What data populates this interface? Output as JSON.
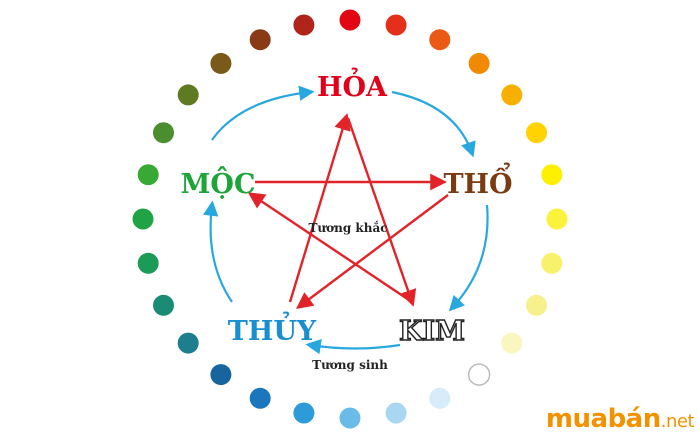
{
  "elements": {
    "fire": "HỎA",
    "earth": "THỔ",
    "metal": "KIM",
    "water": "THỦY",
    "wood": "MỘC"
  },
  "captions": {
    "inner": "Tương khắc",
    "outer": "Tương sinh"
  },
  "watermark": {
    "brand": "muabán",
    "tld": ".net"
  },
  "colors": {
    "fire": "#e2001a",
    "earth": "#7a3a12",
    "metal": "#222222",
    "water": "#1a8fd0",
    "wood": "#1ea53a",
    "outer_arrow": "#29a8e0",
    "inner_arrow": "#e2232a",
    "ring": [
      "#e30613",
      "#e4301a",
      "#ea5a14",
      "#f18a00",
      "#f7b000",
      "#ffd200",
      "#fff000",
      "#fbf23c",
      "#f8f16b",
      "#f6f18c",
      "#f9f6bf",
      "#ffffff",
      "#d7ebf9",
      "#a9d6f3",
      "#6bbbe8",
      "#2c9bd8",
      "#1b77bd",
      "#17649f",
      "#1d7f8e",
      "#1a8c73",
      "#1b9a58",
      "#1fa343",
      "#38a935",
      "#4c8e2d",
      "#5e7a22",
      "#7a5a1a",
      "#8a3a14",
      "#b0241a"
    ]
  }
}
